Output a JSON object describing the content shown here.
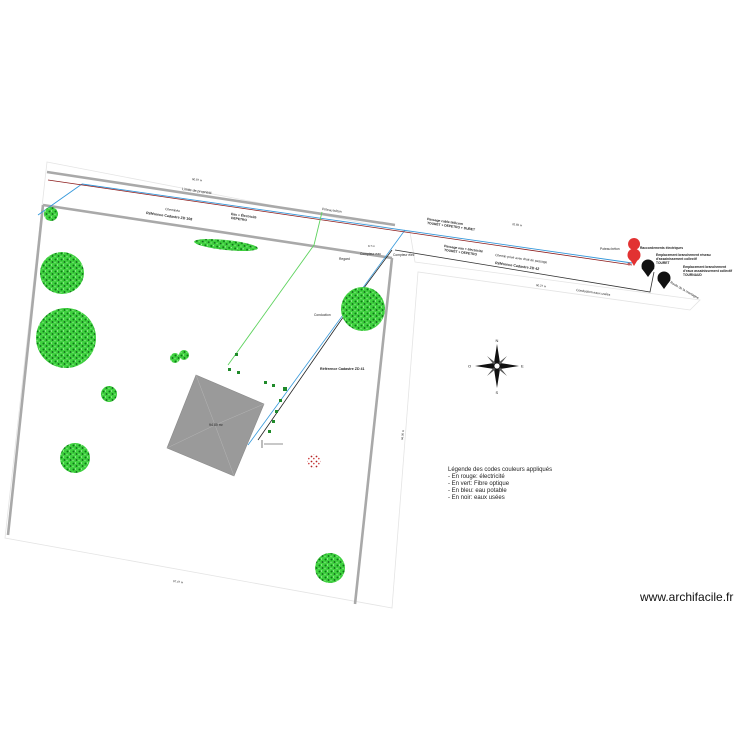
{
  "plan": {
    "labels": {
      "limite": "Limite de propriété",
      "cheminee": "Cheminée",
      "ref_zd108": "Référence Cadastre ZD 108",
      "eau_elec": "Eau + Électricité",
      "depetro_1": "DEPETRO",
      "poteau_beton_1": "Poteau béton",
      "passage_eau": "Passage eau + électricité",
      "tourret_depetro": "TOURET + DEPETRO",
      "passage_fibre": "Passage cable télécom",
      "fibre_owner": "TOURET + DEPETRO + DUBET",
      "chemin_prive": "Chemin privé avec droit de passage",
      "ref_zd42": "Référence Cadastre ZD 42",
      "conduction_1": "Conduction eaux usées",
      "conduction_2": "Conduction",
      "ref_zd41": "Référence Cadastre ZD 41",
      "poteau_beton_2": "Poteau béton",
      "raccordements": "Raccordements électriques",
      "empl1_l1": "Emplacement branchement réseau",
      "empl1_l2": "d'assainissement collectif",
      "empl1_l3": "TOURET",
      "empl2_l1": "Emplacement branchement",
      "empl2_l2": "d'eaux assainissement collectif",
      "empl2_l3": "TOURNAUD",
      "regard": "Regard",
      "compteur": "Compteur eau",
      "compteur_elec": "Compteur élec",
      "house_area": "94.89 m²",
      "route": "Route de la montagne",
      "dim_top": "60.87 m",
      "dim_top2": "32.65 m",
      "dim_right": "66.00 m",
      "dim_bottom": "67.47 m",
      "dim_mid": "60.27 m",
      "dim_small": "9.7 m"
    },
    "compass": {
      "n": "N",
      "s": "S",
      "e": "E",
      "o": "O"
    }
  },
  "legend": {
    "title": "Légende des codes couleurs appliqués",
    "items": [
      "- En rouge: électricité",
      "- En vert: Fibre optique",
      "- En bleu: eau potable",
      "- En noir: eaux usées"
    ]
  },
  "watermark": "www.archifacile.fr",
  "colors": {
    "electricity": "#c0392b",
    "fiber": "#2ecc40",
    "water": "#3498db",
    "wastewater": "#111111",
    "boundary": "#a8a8a8",
    "tree": "#2ecc40",
    "house": "#9a9a9a"
  }
}
